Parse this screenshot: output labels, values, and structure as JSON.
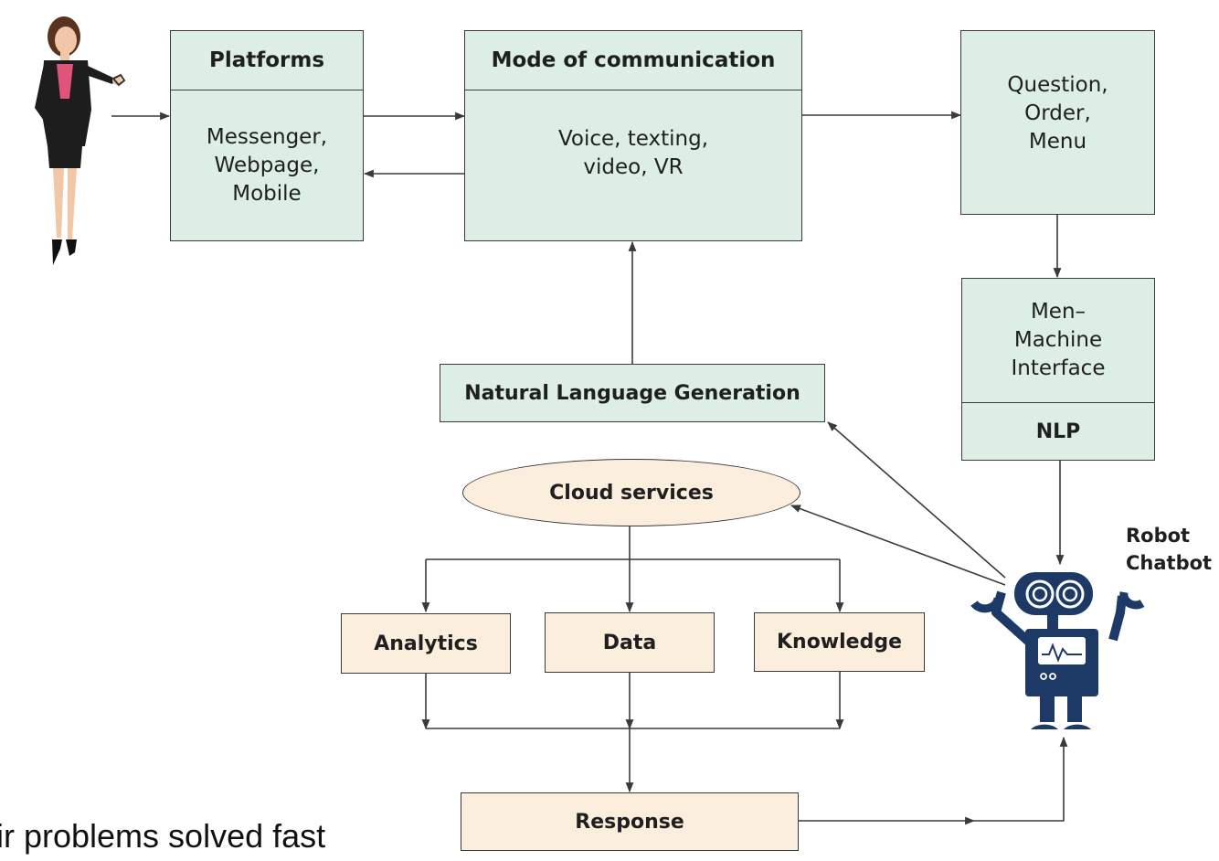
{
  "platforms": {
    "title": "Platforms",
    "body": "Messenger,\nWebpage,\nMobile"
  },
  "mode": {
    "title": "Mode of communication",
    "body": "Voice, texting,\nvideo, VR"
  },
  "question": {
    "body": "Question,\nOrder,\nMenu"
  },
  "mmi": {
    "body": "Men–\nMachine\nInterface",
    "footer": "NLP"
  },
  "nlg": {
    "label": "Natural Language Generation"
  },
  "cloud": {
    "label": "Cloud services"
  },
  "analytics": {
    "label": "Analytics"
  },
  "data": {
    "label": "Data"
  },
  "knowledge": {
    "label": "Knowledge"
  },
  "response": {
    "label": "Response"
  },
  "robot": {
    "label": "Robot\nChatbot"
  },
  "caption": {
    "text": "ir problems solved fast"
  },
  "colors": {
    "green_box": "#ddeee5",
    "beige_box": "#fbeedd",
    "robot_navy": "#1d3a66",
    "line": "#3a3a3a"
  }
}
